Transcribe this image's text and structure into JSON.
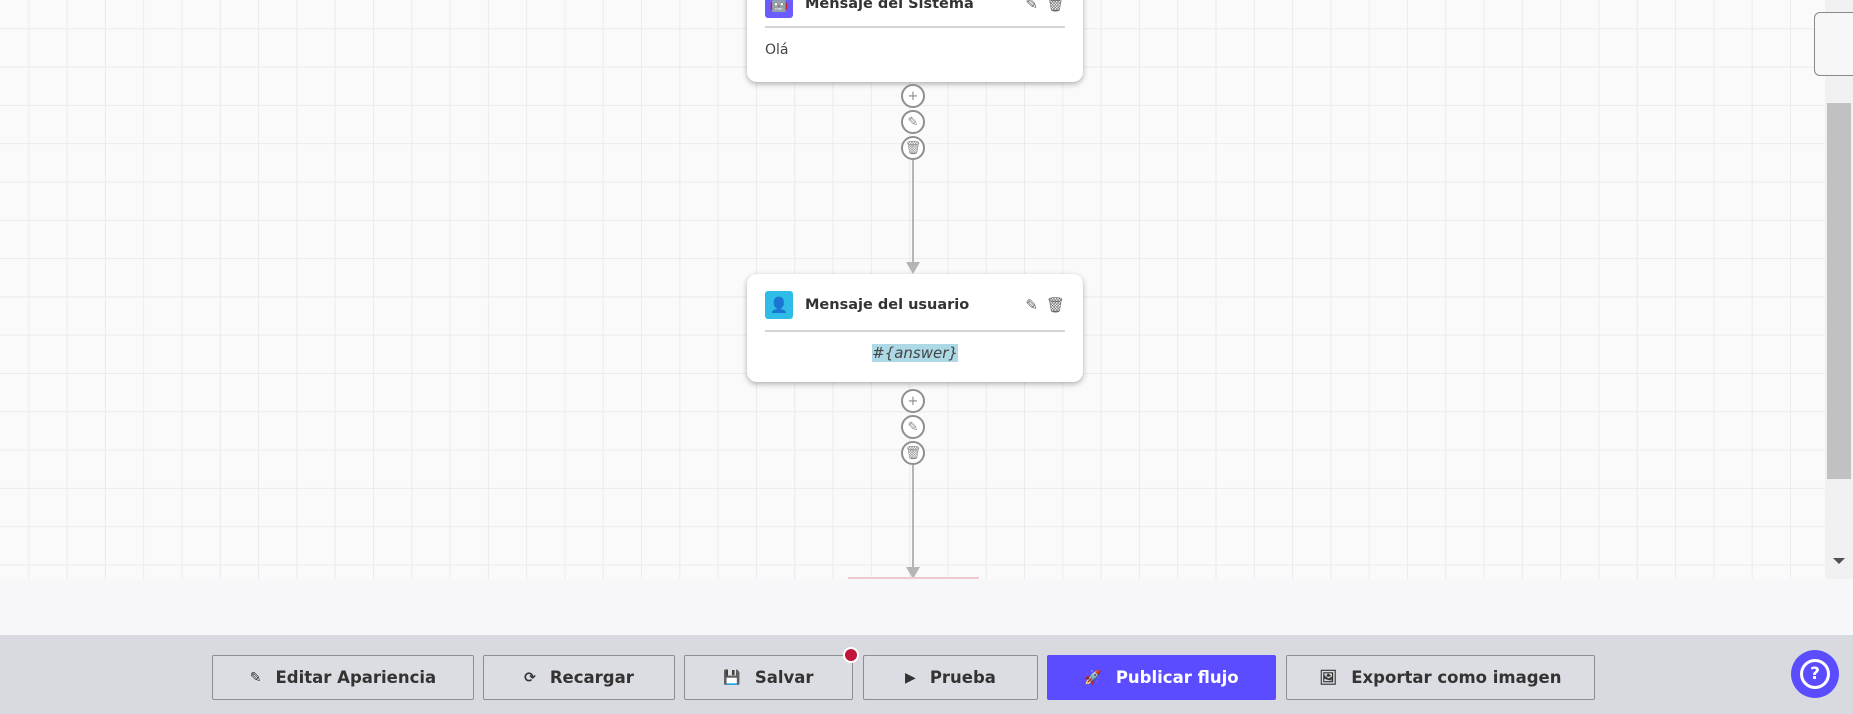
{
  "nodes": [
    {
      "title": "Mensaje del Sistema",
      "icon": "robot-icon",
      "color": "#6a5cff",
      "body": "Olá"
    },
    {
      "title": "Mensaje del usuario",
      "icon": "user-icon",
      "color": "#2fbde8",
      "body": "#{answer}"
    }
  ],
  "toolbar": {
    "edit_appearance": "Editar Apariencia",
    "reload": "Recargar",
    "save": "Salvar",
    "test": "Prueba",
    "publish": "Publicar flujo",
    "export": "Exportar como imagen"
  },
  "colors": {
    "accent": "#5b4dff",
    "unsaved_dot": "#c0163a"
  }
}
